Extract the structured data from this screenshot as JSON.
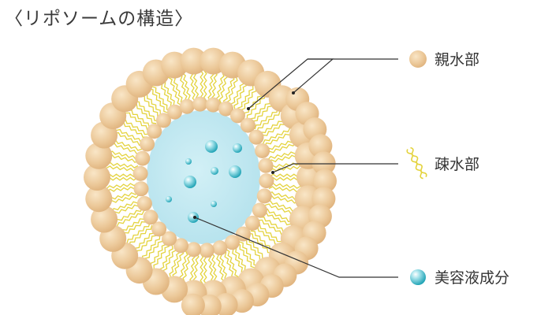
{
  "title": "〈リポソームの構造〉",
  "legend": {
    "hydrophilic": "親水部",
    "hydrophobic": "疎水部",
    "ingredient": "美容液成分"
  },
  "colors": {
    "head": "#ecc99a",
    "tail": "#e7d94a",
    "core": "#bfe7f0",
    "droplet": "#5ec6d3",
    "line": "#333333"
  }
}
